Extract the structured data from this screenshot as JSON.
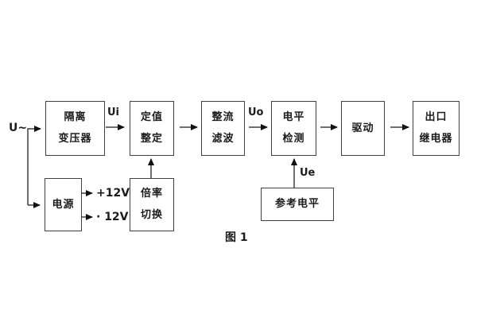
{
  "figure": {
    "caption": "图 1",
    "labels": {
      "input": "U~",
      "ui": "Ui",
      "uo": "Uo",
      "ue": "Ue",
      "plus12": "+12V",
      "minus12": "· 12V"
    },
    "blocks": {
      "isolation_transformer": [
        "隔离",
        "变压器"
      ],
      "value_setting": [
        "定值",
        "整定"
      ],
      "rectifier_filter": [
        "整流",
        "滤波"
      ],
      "level_detection": [
        "电平",
        "检测"
      ],
      "drive": [
        "驱动"
      ],
      "output_relay": [
        "出口",
        "继电器"
      ],
      "power_supply": [
        "电源"
      ],
      "ratio_switch": [
        "倍率",
        "切换"
      ],
      "reference_level": [
        "参考电平"
      ]
    },
    "colors": {
      "line": "#3f3f3f",
      "arrowhead": "#111111",
      "text": "#1b1b1b",
      "background": "#ffffff"
    }
  }
}
